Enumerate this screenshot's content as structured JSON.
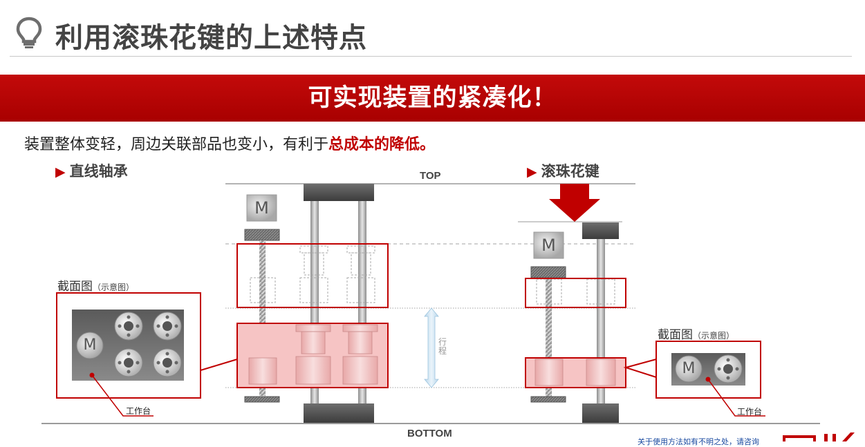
{
  "page": {
    "title": "利用滚珠花键的上述特点",
    "banner": "可实现装置的紧凑化！",
    "lead_prefix": "装置整体变轻，周边关联部品也变小，有利于",
    "lead_highlight": "总成本的降低。"
  },
  "diagram": {
    "left_section": "直线轴承",
    "right_section": "滚珠花键",
    "top_label": "TOP",
    "bottom_label": "BOTTOM",
    "stroke_label": "行程",
    "motor_label": "M",
    "cross_section_label": "截面图",
    "cross_section_note": "（示意图）",
    "worktable_label": "工作台"
  },
  "footer": {
    "note": "关于使用方法如有不明之处，请咨询"
  },
  "colors": {
    "accent_red": "#c00000",
    "highlight_pink": "#f4b4b4",
    "steel_dark": "#555555"
  }
}
